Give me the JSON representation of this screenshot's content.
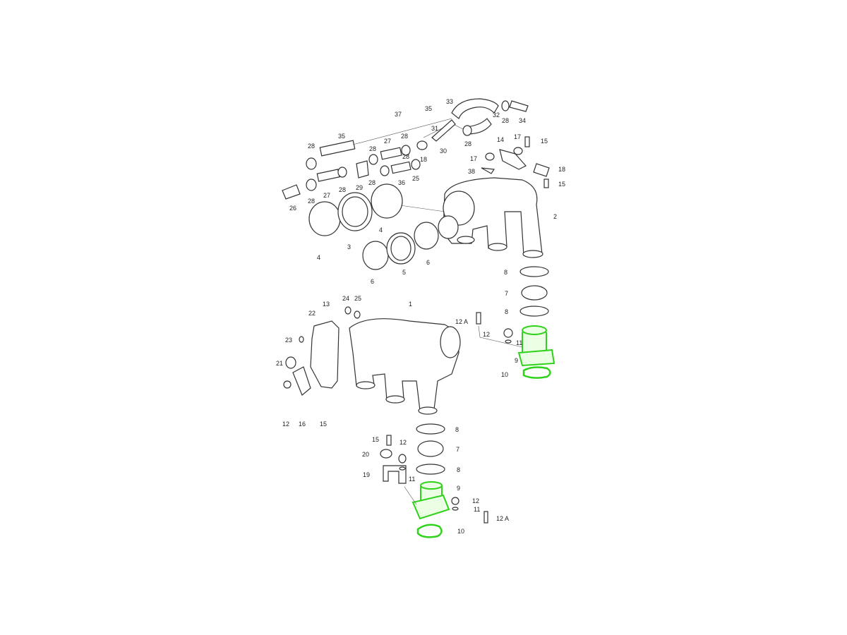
{
  "diagram": {
    "title": "Intake manifold / coolant flange exploded parts diagram",
    "highlight_color": "#2fd21a",
    "labels": [
      "33",
      "37",
      "35",
      "32",
      "28",
      "34",
      "31",
      "35",
      "28",
      "27",
      "28",
      "28",
      "28",
      "18",
      "30",
      "28",
      "14",
      "17",
      "15",
      "17",
      "38",
      "18",
      "15",
      "29",
      "28",
      "36",
      "25",
      "27",
      "28",
      "28",
      "26",
      "2",
      "4",
      "3",
      "4",
      "6",
      "5",
      "6",
      "8",
      "7",
      "8",
      "24",
      "25",
      "13",
      "1",
      "22",
      "12 A",
      "23",
      "12",
      "11",
      "21",
      "9",
      "10",
      "12",
      "16",
      "15",
      "8",
      "15",
      "12",
      "7",
      "20",
      "8",
      "19",
      "11",
      "9",
      "12",
      "11",
      "12 A",
      "10"
    ]
  }
}
